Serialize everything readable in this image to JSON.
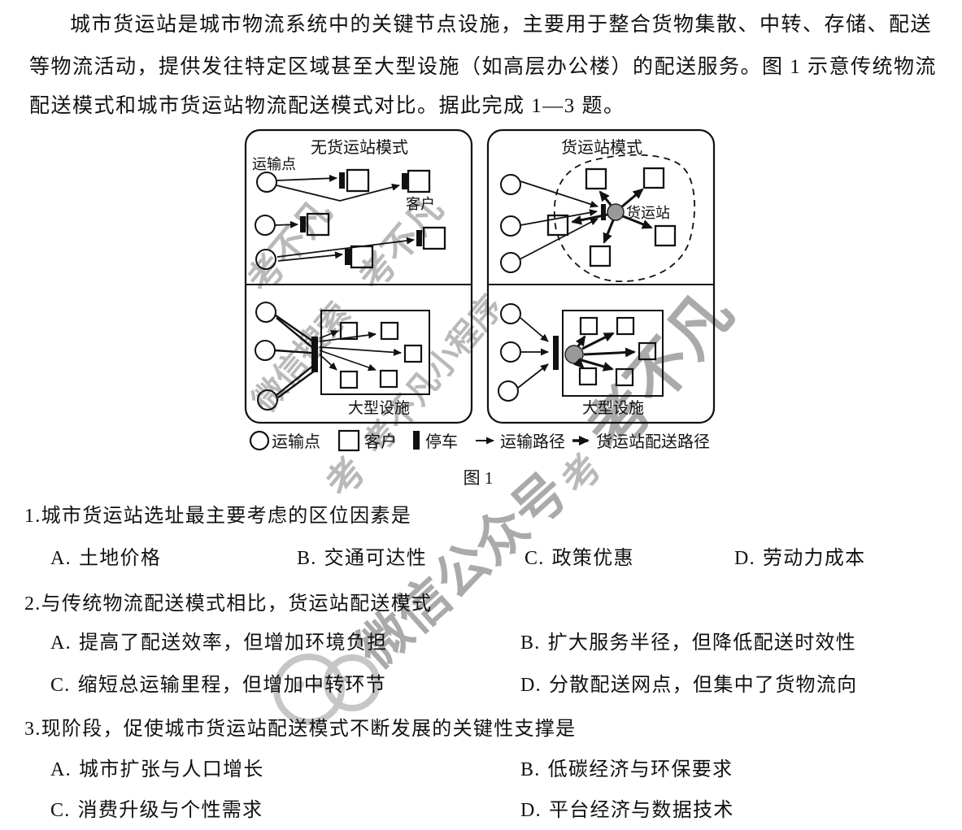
{
  "intro": {
    "line1": "城市货运站是城市物流系统中的关键节点设施，主要用于整合货物集散、中转、存储、配送",
    "line2": "等物流活动，提供发往特定区域甚至大型设施（如高层办公楼）的配送服务。图 1 示意传统物流",
    "line3": "配送模式和城市货运站物流配送模式对比。据此完成 1—3 题。"
  },
  "figure": {
    "left_panel_title": "无货运站模式",
    "right_panel_title": "货运站模式",
    "transport_point_label": "运输点",
    "customer_label": "客户",
    "station_label": "货运站",
    "facility_label_left": "大型设施",
    "facility_label_right": "大型设施",
    "legend": {
      "transport_point": "运输点",
      "customer": "客户",
      "parking": "停车",
      "transport_route": "运输路径",
      "station_route": "货运站配送路径"
    },
    "caption": "图 1"
  },
  "questions": [
    {
      "number": "1.",
      "stem": "城市货运站选址最主要考虑的区位因素是",
      "options": [
        {
          "label": "A.",
          "text": "土地价格"
        },
        {
          "label": "B.",
          "text": "交通可达性"
        },
        {
          "label": "C.",
          "text": "政策优惠"
        },
        {
          "label": "D.",
          "text": "劳动力成本"
        }
      ]
    },
    {
      "number": "2.",
      "stem": "与传统物流配送模式相比，货运站配送模式",
      "options": [
        {
          "label": "A.",
          "text": "提高了配送效率，但增加环境负担"
        },
        {
          "label": "B.",
          "text": "扩大服务半径，但降低配送时效性"
        },
        {
          "label": "C.",
          "text": "缩短总运输里程，但增加中转环节"
        },
        {
          "label": "D.",
          "text": "分散配送网点，但集中了货物流向"
        }
      ]
    },
    {
      "number": "3.",
      "stem": "现阶段，促使城市货运站配送模式不断发展的关键性支撑是",
      "options": [
        {
          "label": "A.",
          "text": "城市扩张与人口增长"
        },
        {
          "label": "B.",
          "text": "低碳经济与环保要求"
        },
        {
          "label": "C.",
          "text": "消费升级与个性需求"
        },
        {
          "label": "D.",
          "text": "平台经济与数据技术"
        }
      ]
    }
  ],
  "watermarks": [
    "考不凡",
    "考不凡",
    "微信搜索",
    "考不凡小程序",
    "考不凡",
    "考",
    "考",
    "微信公众号"
  ]
}
